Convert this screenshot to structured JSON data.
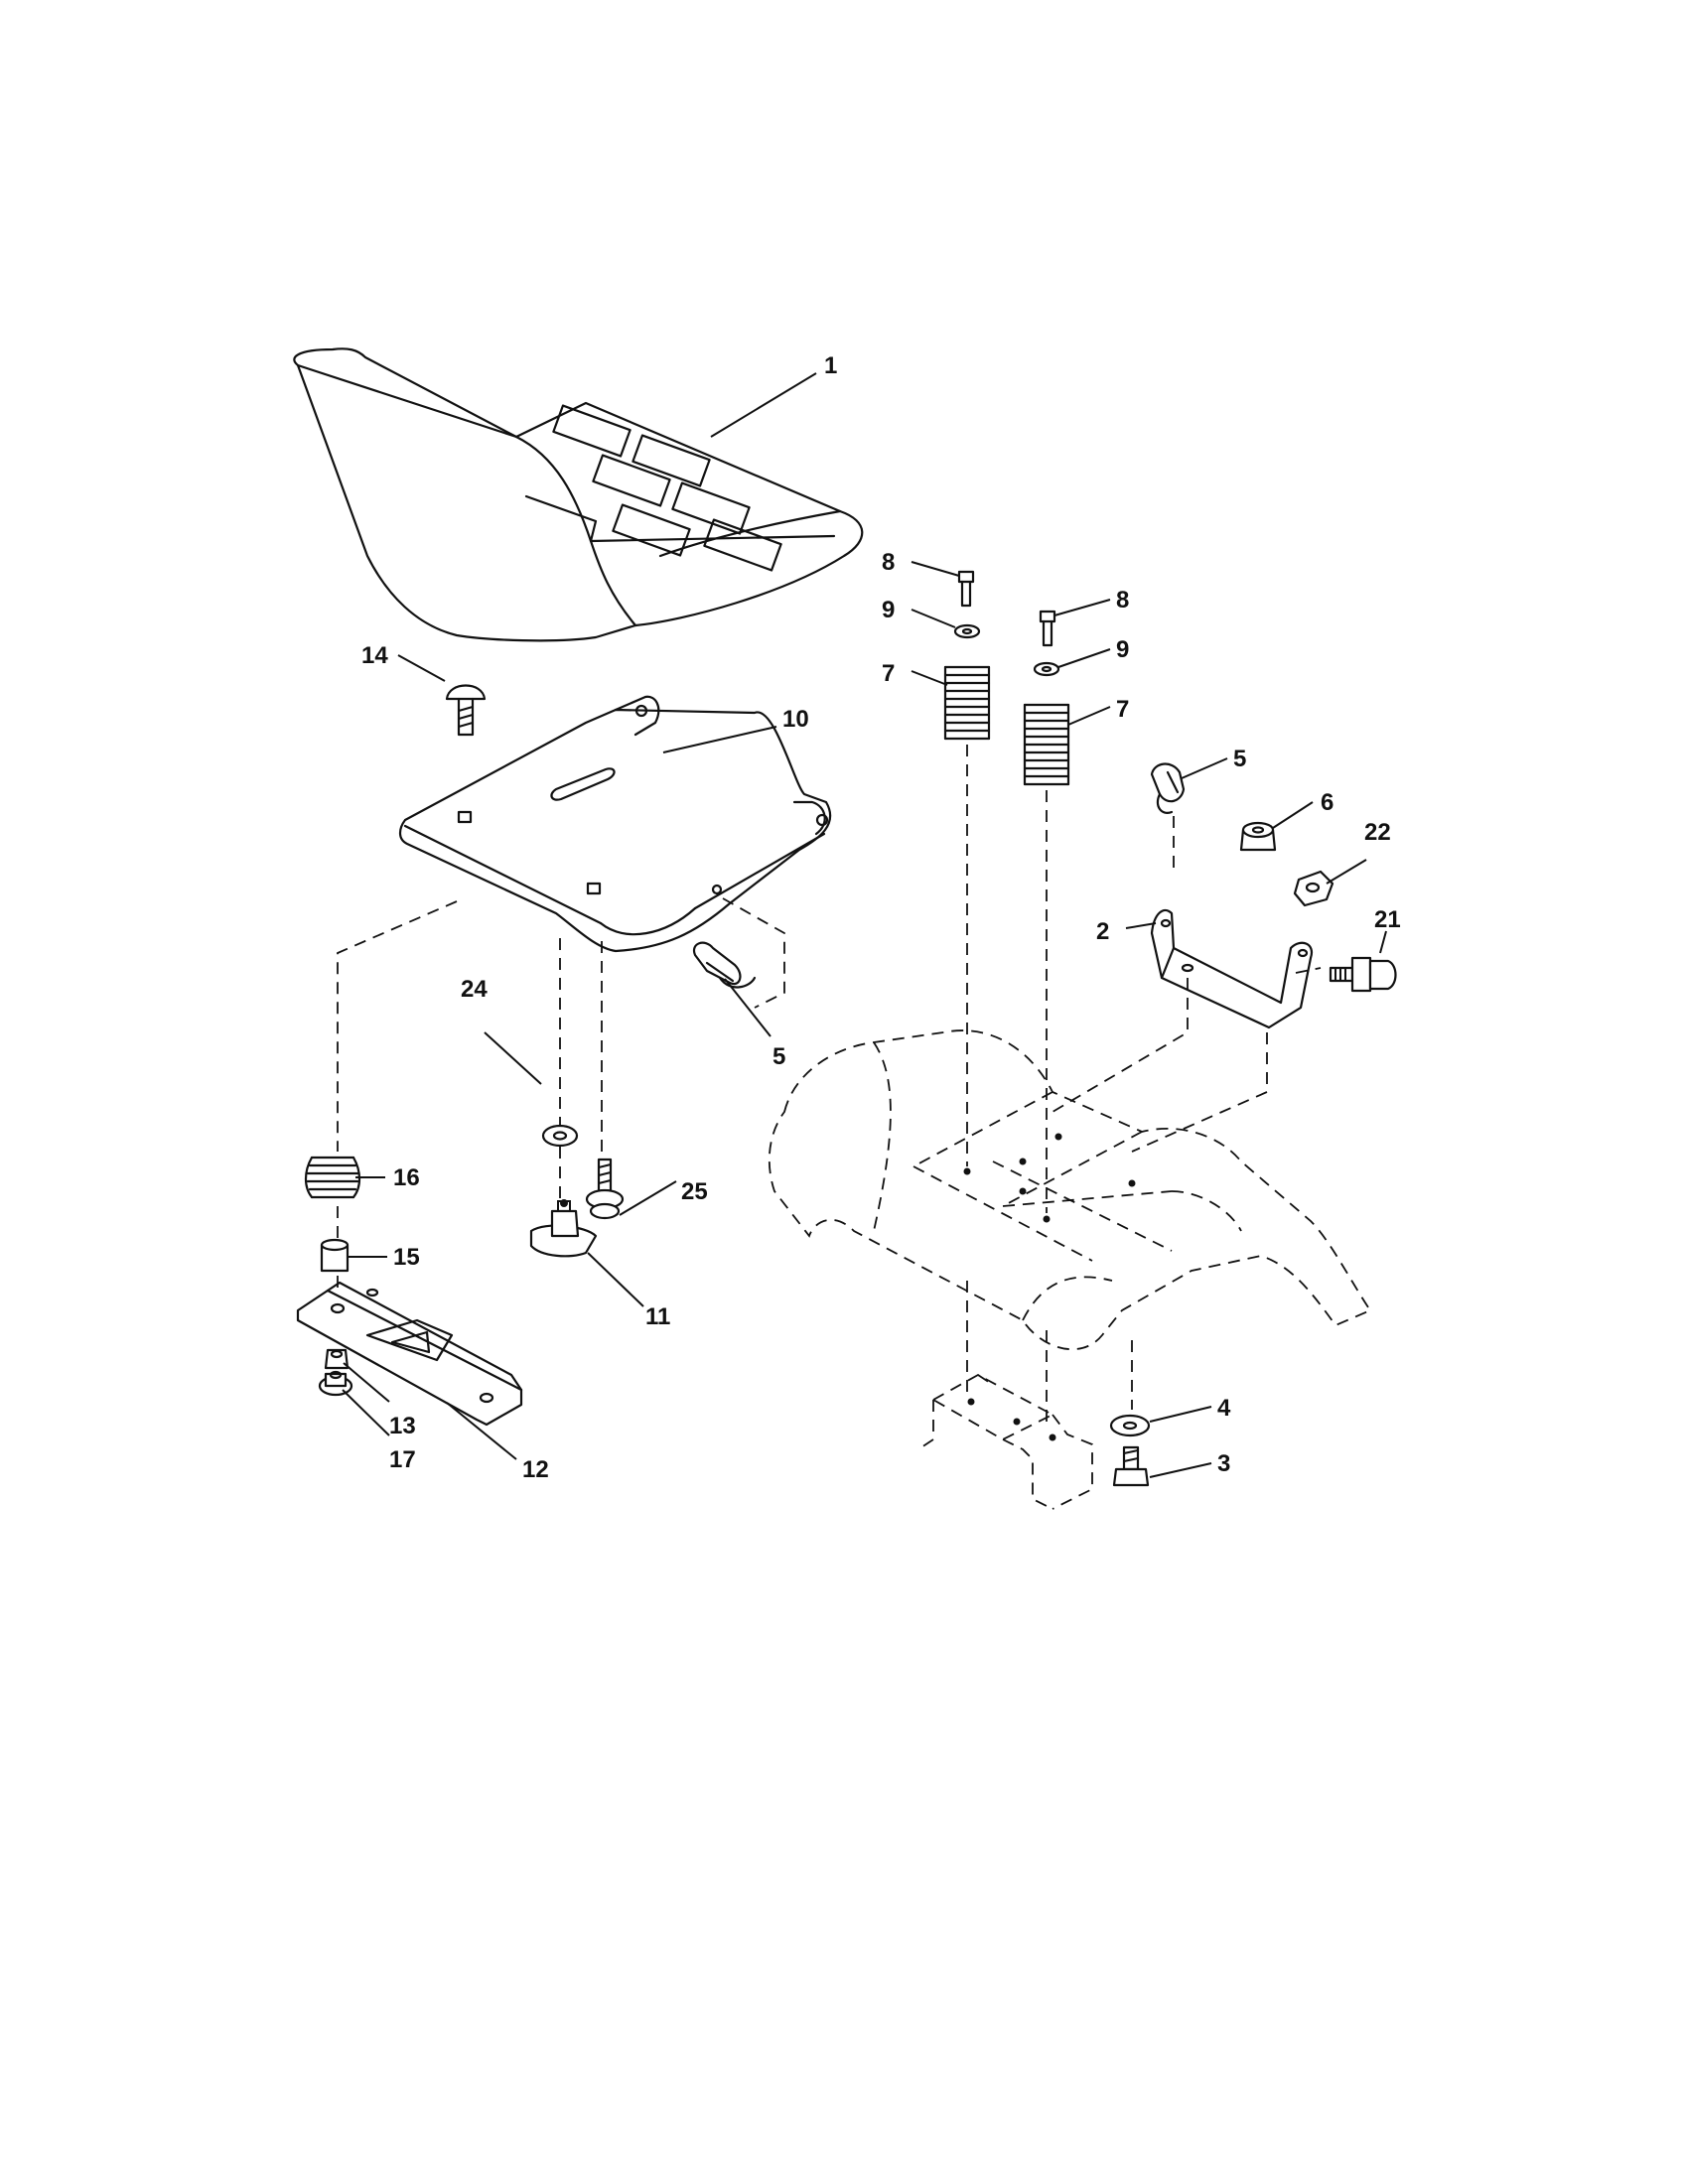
{
  "callouts": [
    {
      "id": "c1",
      "text": "1"
    },
    {
      "id": "c2",
      "text": "2"
    },
    {
      "id": "c3",
      "text": "3"
    },
    {
      "id": "c4",
      "text": "4"
    },
    {
      "id": "c5a",
      "text": "5"
    },
    {
      "id": "c5b",
      "text": "5"
    },
    {
      "id": "c6",
      "text": "6"
    },
    {
      "id": "c7a",
      "text": "7"
    },
    {
      "id": "c7b",
      "text": "7"
    },
    {
      "id": "c8a",
      "text": "8"
    },
    {
      "id": "c8b",
      "text": "8"
    },
    {
      "id": "c9a",
      "text": "9"
    },
    {
      "id": "c9b",
      "text": "9"
    },
    {
      "id": "c10",
      "text": "10"
    },
    {
      "id": "c11",
      "text": "11"
    },
    {
      "id": "c12",
      "text": "12"
    },
    {
      "id": "c13",
      "text": "13"
    },
    {
      "id": "c14",
      "text": "14"
    },
    {
      "id": "c15",
      "text": "15"
    },
    {
      "id": "c16",
      "text": "16"
    },
    {
      "id": "c17",
      "text": "17"
    },
    {
      "id": "c21",
      "text": "21"
    },
    {
      "id": "c22",
      "text": "22"
    },
    {
      "id": "c24",
      "text": "24"
    },
    {
      "id": "c25",
      "text": "25"
    }
  ]
}
